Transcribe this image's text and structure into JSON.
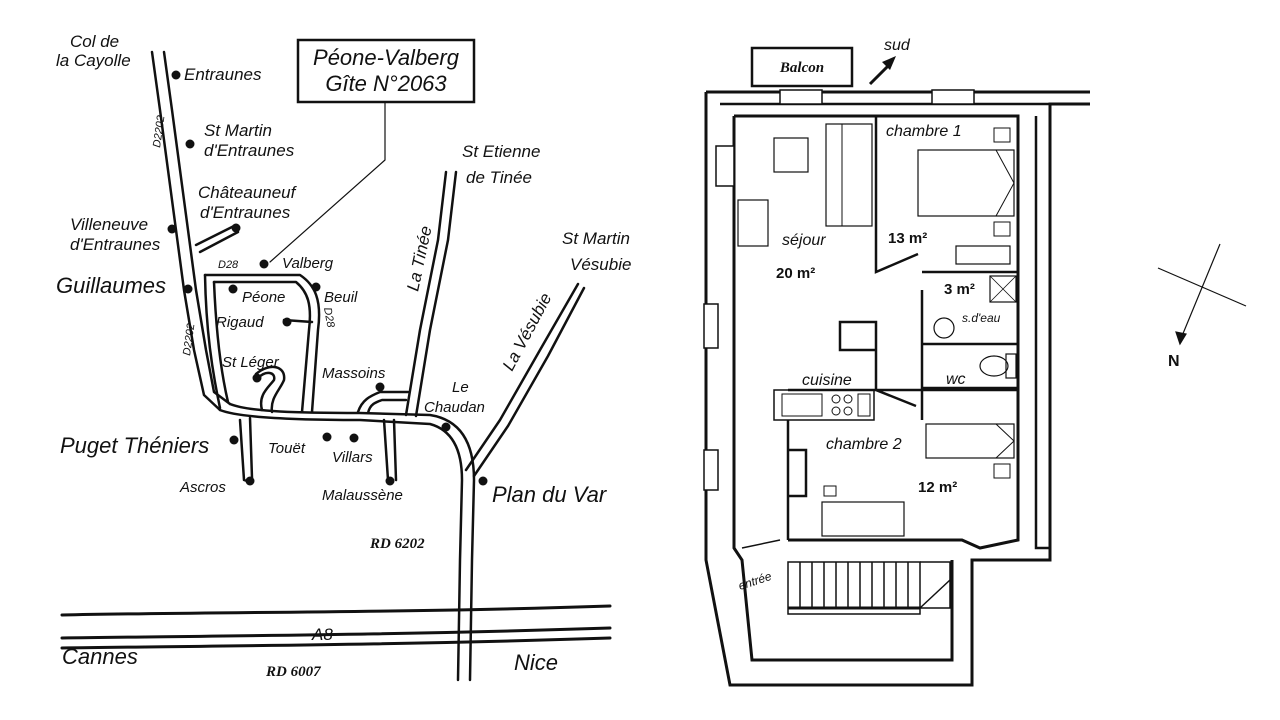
{
  "map": {
    "title_line1": "Péone-Valberg",
    "title_line2": "Gîte N°2063",
    "places": {
      "col_cayolle_1": "Col de",
      "col_cayolle_2": "la Cayolle",
      "entraunes": "Entraunes",
      "st_martin_entraunes_1": "St Martin",
      "st_martin_entraunes_2": "d'Entraunes",
      "chateauneuf_1": "Châteauneuf",
      "chateauneuf_2": "d'Entraunes",
      "villeneuve_1": "Villeneuve",
      "villeneuve_2": "d'Entraunes",
      "guillaumes": "Guillaumes",
      "valberg": "Valberg",
      "peone": "Péone",
      "beuil": "Beuil",
      "rigaud": "Rigaud",
      "st_leger": "St Léger",
      "puget_theniers": "Puget Théniers",
      "ascros": "Ascros",
      "touet": "Touët",
      "villars": "Villars",
      "massoins": "Massoins",
      "malaussene": "Malaussène",
      "le_chaudan_1": "Le",
      "le_chaudan_2": "Chaudan",
      "plan_du_var": "Plan du Var",
      "st_etienne_1": "St Etienne",
      "st_etienne_2": "de Tinée",
      "st_martin_vesubie_1": "St Martin",
      "st_martin_vesubie_2": "Vésubie",
      "cannes": "Cannes",
      "nice": "Nice"
    },
    "rivers": {
      "tinee": "La Tinée",
      "vesubie": "La Vésubie"
    },
    "roads": {
      "d2202_a": "D2202",
      "d2202_b": "D2202",
      "d28_a": "D28",
      "d28_b": "D28",
      "rd6202": "RD 6202",
      "a8": "A8",
      "rd6007": "RD 6007"
    }
  },
  "plan": {
    "balcon": "Balcon",
    "sud": "sud",
    "north": "N",
    "rooms": {
      "chambre1": "chambre 1",
      "chambre1_area": "13 m²",
      "sejour": "séjour",
      "sejour_area": "20 m²",
      "sdeau_area": "3 m²",
      "sdeau": "s.d'eau",
      "wc": "wc",
      "cuisine": "cuisine",
      "chambre2": "chambre 2",
      "chambre2_area": "12 m²",
      "entree": "entrée"
    }
  }
}
